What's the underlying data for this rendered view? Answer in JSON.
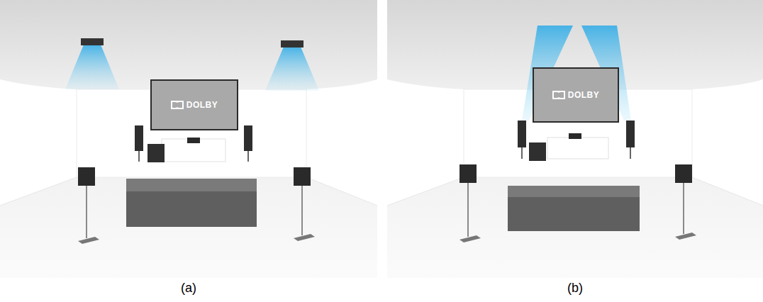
{
  "diagram": {
    "nodes": [
      {
        "text": [
          "DOLBY"
        ]
      },
      {
        "text": [
          "DOLBY"
        ]
      }
    ],
    "labels": [
      "(a)",
      "(b)"
    ]
  }
}
